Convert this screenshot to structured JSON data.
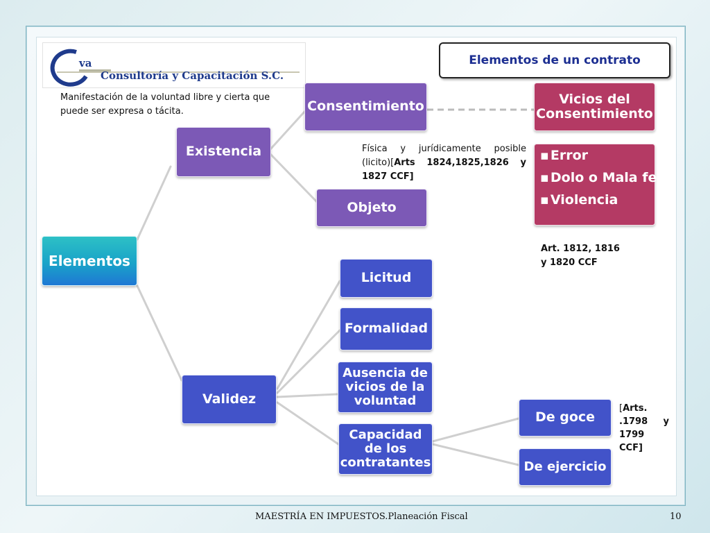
{
  "slide_title": "Elementos de un contrato",
  "logo": {
    "initials": "va",
    "company": "Consultoría y Capacitación S.C."
  },
  "nodes": {
    "elementos": "Elementos",
    "existencia": "Existencia",
    "validez": "Validez",
    "consentimiento": "Consentimiento",
    "objeto": "Objeto",
    "vicios_consentimiento": "Vicios del Consentimiento",
    "licitud": "Licitud",
    "formalidad": "Formalidad",
    "ausencia_vicios": "Ausencia de vicios de la voluntad",
    "capacidad": "Capacidad de los contratantes",
    "de_goce": "De goce",
    "de_ejercicio": "De ejercicio"
  },
  "vicios_list": [
    "Error",
    "Dolo o Mala fe",
    "Violencia"
  ],
  "notes": {
    "consentimiento_def": "Manifestación de la voluntad libre y cierta que puede ser expresa o tácita.",
    "objeto_def_plain": "Física y jurídicamente posible (licito)[",
    "objeto_def_bold": "Arts 1824,1825,1826 y 1827 CCF]",
    "vicios_ref": "Art. 1812, 1816 y 1820 CCF",
    "capacidad_ref_plain": "[",
    "capacidad_ref_bold": "Arts. .1798 y 1799 CCF]"
  },
  "footer": "MAESTRÍA EN IMPUESTOS.Planeación Fiscal",
  "page_number": "10",
  "colors": {
    "existencia_branch": "#7c59b6",
    "validez_branch": "#4253c9",
    "vicios": "#b43a64",
    "root": "#19a3c8",
    "title_text": "#1d2f92"
  }
}
